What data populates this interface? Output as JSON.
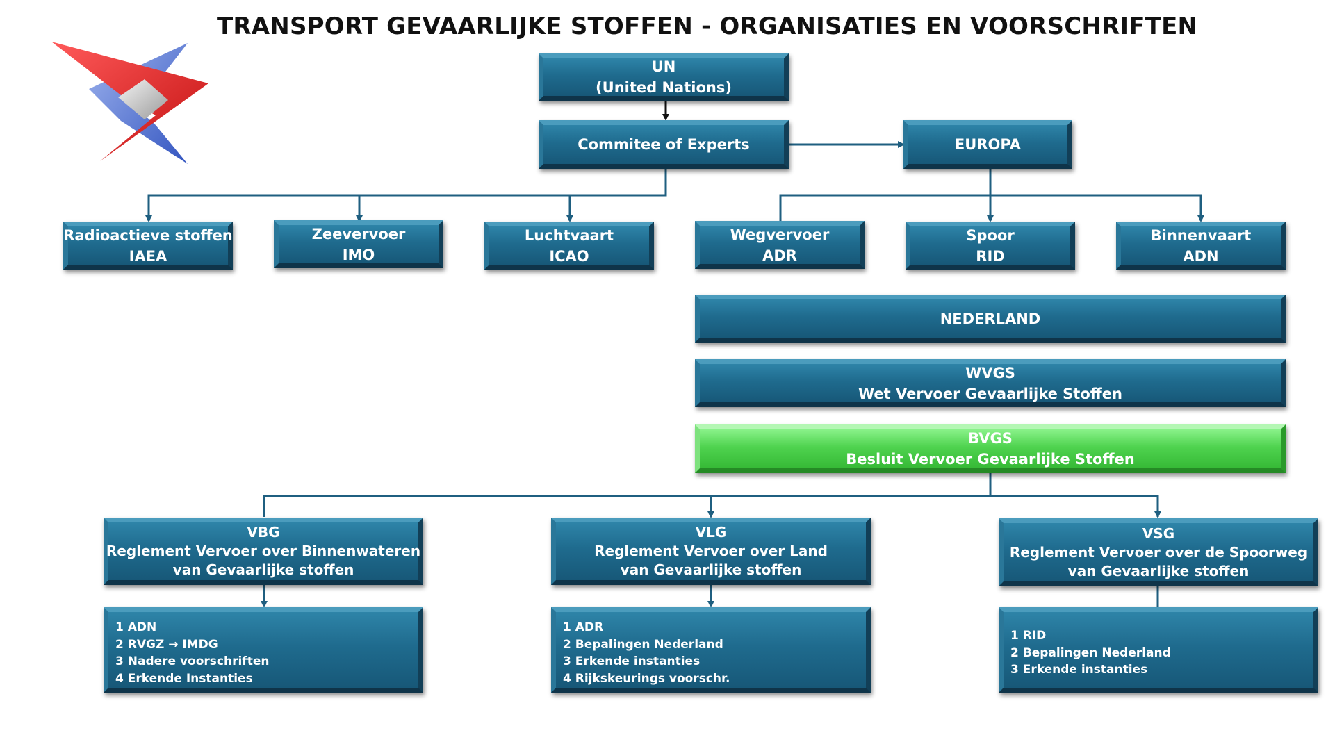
{
  "title": "TRANSPORT GEVAARLIJKE STOFFEN - ORGANISATIES EN VOORSCHRIFTEN",
  "colors": {
    "box_blue": "#1f6b8e",
    "box_green": "#4fd34f",
    "connector": "#1f5f80",
    "logo_red": "#e02020",
    "logo_blue": "#4a6fd0"
  },
  "nodes": {
    "un": {
      "line1": "UN",
      "line2": "(United Nations)"
    },
    "committee": {
      "line1": "Commitee of Experts"
    },
    "europa": {
      "line1": "EUROPA"
    },
    "radioactief": {
      "line1": "Radioactieve stoffen",
      "line2": "IAEA"
    },
    "zee": {
      "line1": "Zeevervoer",
      "line2": "IMO"
    },
    "lucht": {
      "line1": "Luchtvaart",
      "line2": "ICAO"
    },
    "weg": {
      "line1": "Wegvervoer",
      "line2": "ADR"
    },
    "spoor": {
      "line1": "Spoor",
      "line2": "RID"
    },
    "binnenvaart": {
      "line1": "Binnenvaart",
      "line2": "ADN"
    },
    "nederland": {
      "line1": "NEDERLAND"
    },
    "wvgs": {
      "line1": "WVGS",
      "line2": "Wet Vervoer Gevaarlijke Stoffen"
    },
    "bvgs": {
      "line1": "BVGS",
      "line2": "Besluit Vervoer Gevaarlijke Stoffen"
    },
    "vbg": {
      "line1": "VBG",
      "line2": "Reglement Vervoer over Binnenwateren",
      "line3": "van Gevaarlijke stoffen"
    },
    "vlg": {
      "line1": "VLG",
      "line2": "Reglement Vervoer over Land",
      "line3": "van Gevaarlijke stoffen"
    },
    "vsg": {
      "line1": "VSG",
      "line2": "Reglement Vervoer over de Spoorweg",
      "line3": "van Gevaarlijke stoffen"
    },
    "vbg_list": [
      "1 ADN",
      "2 RVGZ → IMDG",
      "3 Nadere voorschriften",
      "4 Erkende Instanties"
    ],
    "vlg_list": [
      "1 ADR",
      "2 Bepalingen Nederland",
      "3 Erkende instanties",
      "4 Rijkskeurings voorschr."
    ],
    "vsg_list": [
      "1 RID",
      "2 Bepalingen Nederland",
      "3 Erkende instanties"
    ]
  }
}
